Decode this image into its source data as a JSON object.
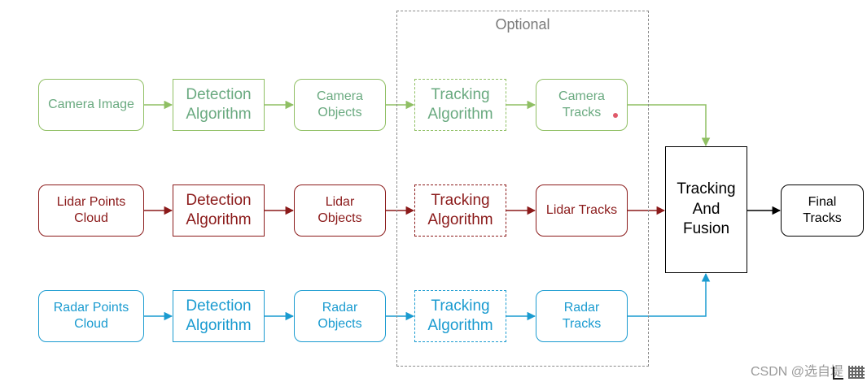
{
  "colors": {
    "camera": "#8fbf63",
    "camera_text": "#6aaa80",
    "lidar": "#8b1a1a",
    "radar": "#1a9bd0",
    "fusion": "#000000",
    "optional_border": "#8a8a8a"
  },
  "optional_label": "Optional",
  "rows": {
    "camera": {
      "input": "Camera Image",
      "detection": "Detection\nAlgorithm",
      "objects": "Camera\nObjects",
      "tracking": "Tracking\nAlgorithm",
      "tracks": "Camera\nTracks"
    },
    "lidar": {
      "input": "Lidar Points\nCloud",
      "detection": "Detection\nAlgorithm",
      "objects": "Lidar\nObjects",
      "tracking": "Tracking\nAlgorithm",
      "tracks": "Lidar Tracks"
    },
    "radar": {
      "input": "Radar Points\nCloud",
      "detection": "Detection\nAlgorithm",
      "objects": "Radar\nObjects",
      "tracking": "Tracking\nAlgorithm",
      "tracks": "Radar\nTracks"
    }
  },
  "fusion": "Tracking\nAnd\nFusion",
  "final": "Final\nTracks",
  "watermark": "CSDN @选自堤"
}
